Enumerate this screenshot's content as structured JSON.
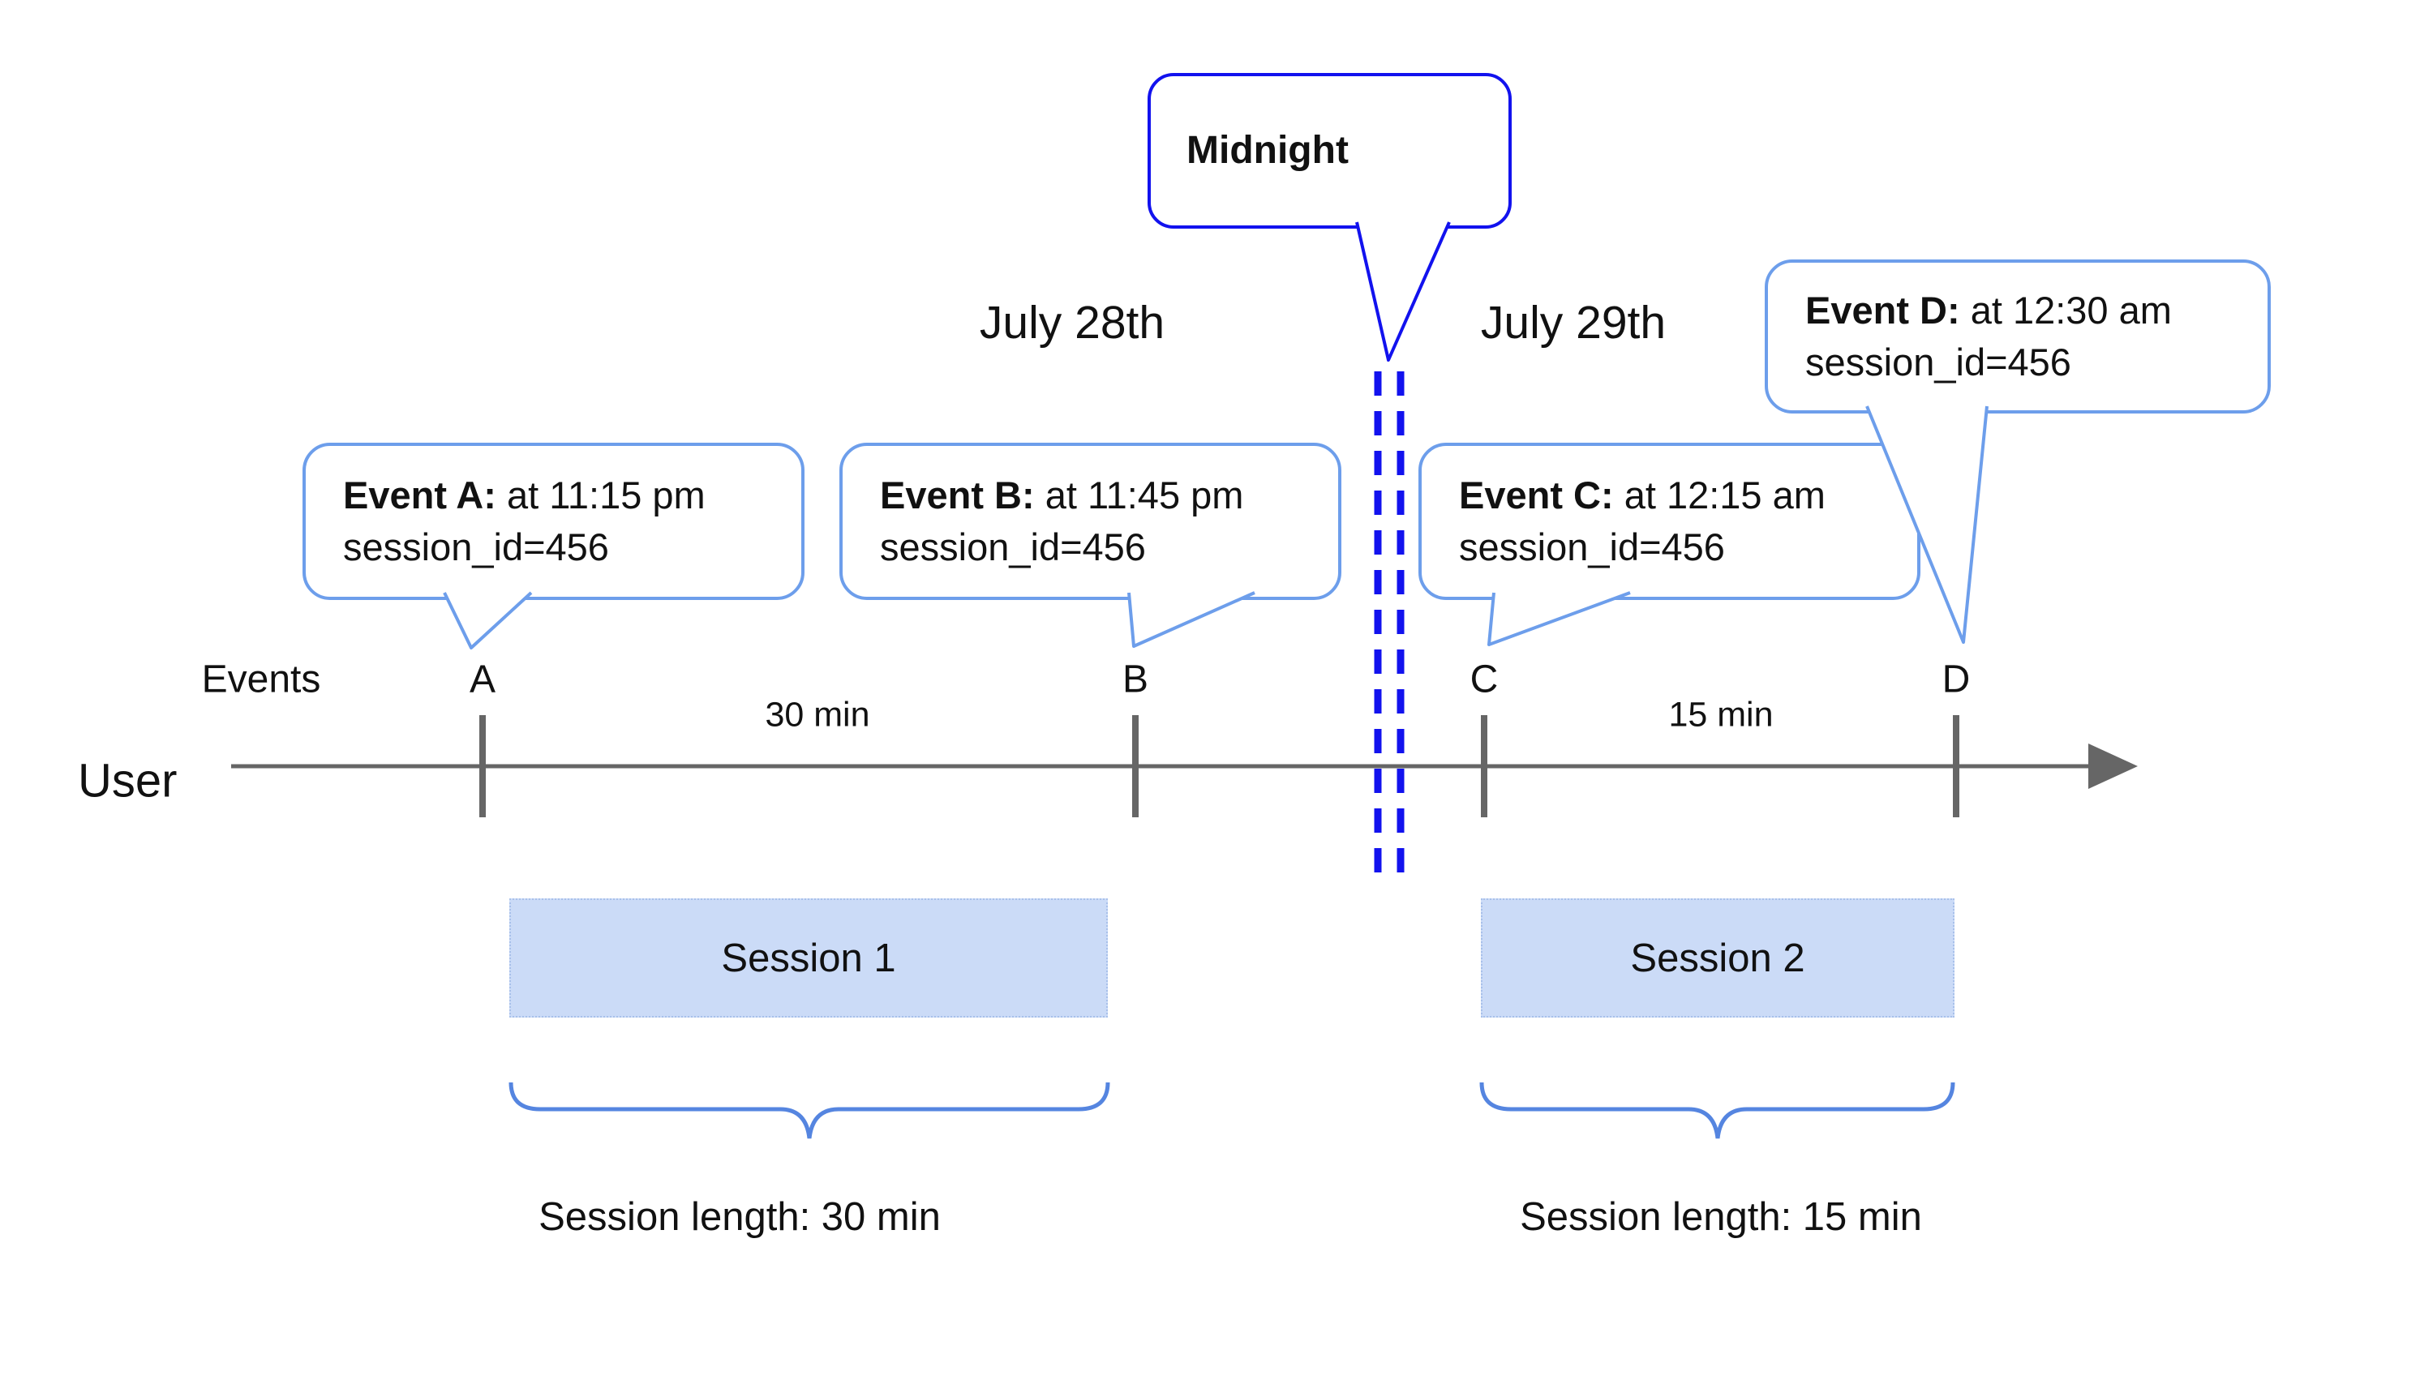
{
  "callouts": {
    "midnight": "Midnight",
    "events": [
      {
        "name": "Event A:",
        "detail": " at 11:15 pm",
        "session": "session_id=456"
      },
      {
        "name": "Event B:",
        "detail": " at 11:45 pm",
        "session": "session_id=456"
      },
      {
        "name": "Event C:",
        "detail": " at 12:15 am",
        "session": "session_id=456"
      },
      {
        "name": "Event D:",
        "detail": " at 12:30 am",
        "session": "session_id=456"
      }
    ]
  },
  "dates": {
    "before_midnight": "July 28th",
    "after_midnight": "July 29th"
  },
  "timeline": {
    "row_label": "Events",
    "axis_label": "User",
    "tick_labels": [
      "A",
      "B",
      "C",
      "D"
    ],
    "interval_ab": "30 min",
    "interval_cd": "15 min"
  },
  "sessions": [
    {
      "label": "Session 1",
      "length": "Session length: 30 min"
    },
    {
      "label": "Session 2",
      "length": "Session length: 15 min"
    }
  ],
  "colors": {
    "midnight_blue": "#1212ee",
    "callout_blue": "#6d9eeb",
    "brace_blue": "#5585e0",
    "session_fill": "#cbdbf7",
    "axis_gray": "#666666"
  }
}
